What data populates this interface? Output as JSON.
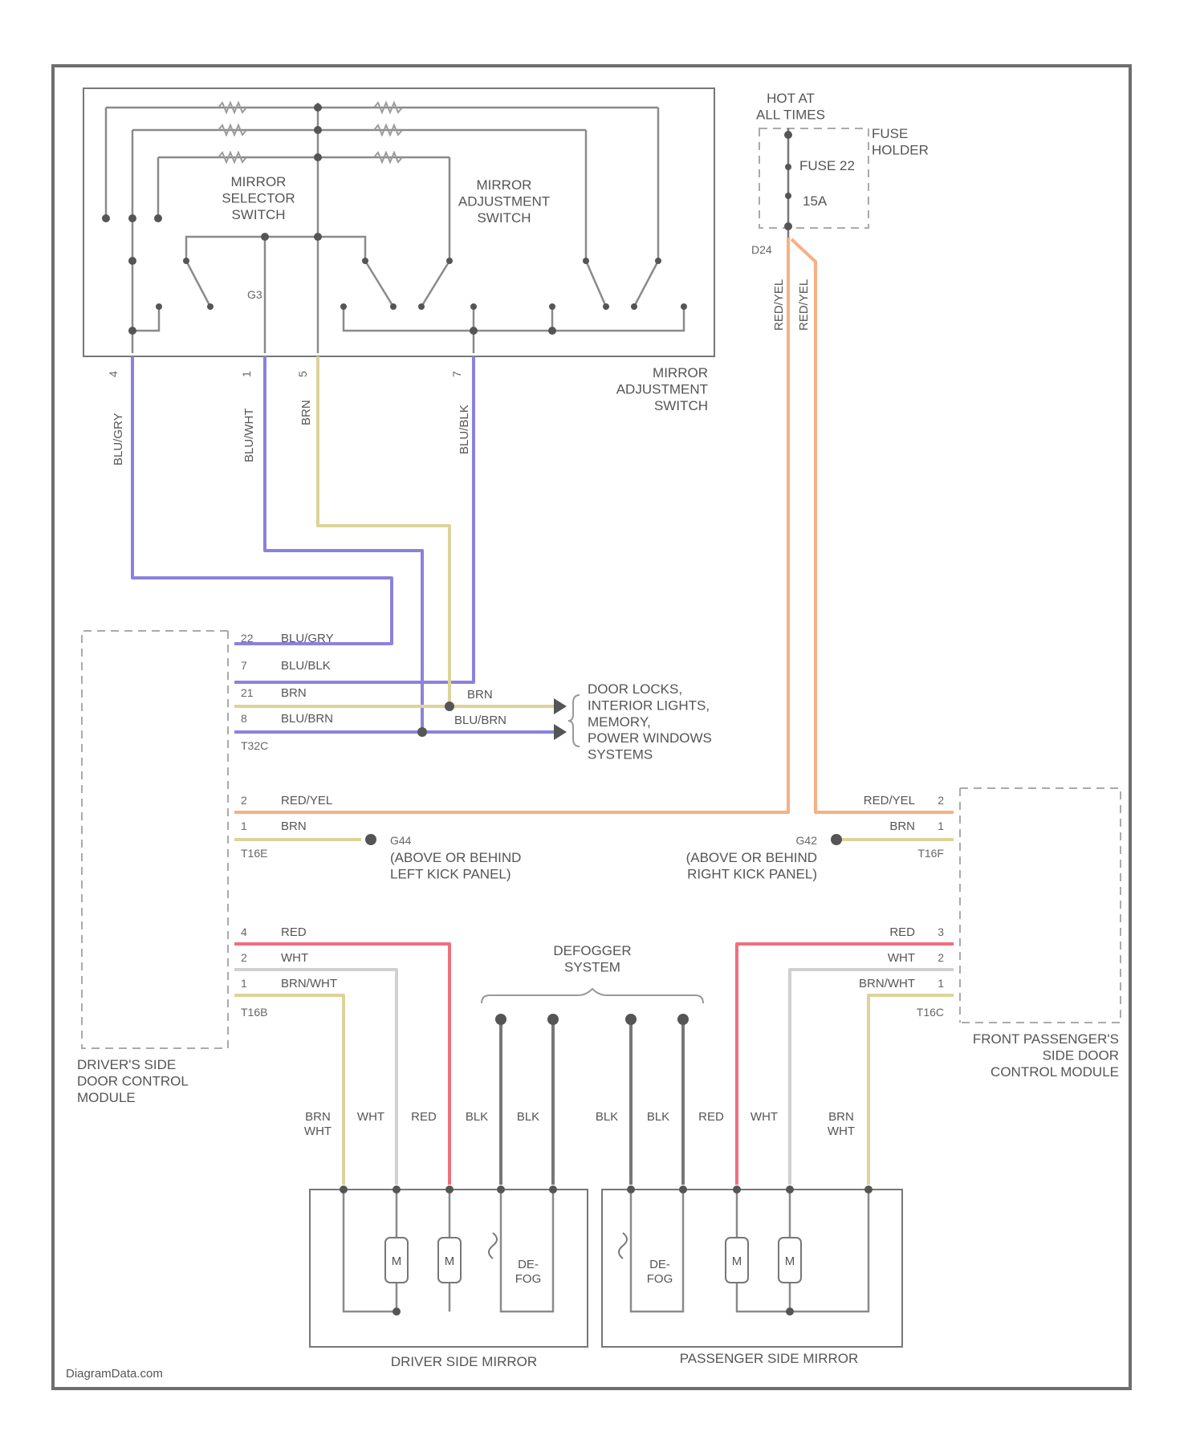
{
  "components": {
    "mirror_selector_switch": "MIRROR\nSELECTOR\nSWITCH",
    "mirror_adjustment_switch_inner": "MIRROR\nADJUSTMENT\nSWITCH",
    "mirror_adjustment_switch_outer": "MIRROR\nADJUSTMENT\nSWITCH",
    "hot_at_all_times": "HOT AT\nALL TIMES",
    "fuse_holder": "FUSE\nHOLDER",
    "fuse_name": "FUSE 22",
    "fuse_rating": "15A",
    "fuse_connector": "D24",
    "drivers_door_module": "DRIVER'S SIDE\nDOOR CONTROL\nMODULE",
    "passenger_door_module": "FRONT PASSENGER'S\nSIDE DOOR\nCONTROL MODULE",
    "defogger_system": "DEFOGGER\nSYSTEM",
    "driver_mirror": "DRIVER SIDE MIRROR",
    "passenger_mirror": "PASSENGER SIDE MIRROR",
    "other_systems": "DOOR LOCKS,\nINTERIOR LIGHTS,\nMEMORY,\nPOWER WINDOWS\nSYSTEMS",
    "ground_left": "G44",
    "ground_left_location": "(ABOVE OR BEHIND\nLEFT KICK PANEL)",
    "ground_right": "G42",
    "ground_right_location": "(ABOVE OR BEHIND\nRIGHT KICK PANEL)",
    "switch_ground_label": "G3",
    "watermark": "DiagramData.com"
  },
  "switch_pins": [
    "4",
    "1",
    "5",
    "7"
  ],
  "switch_wires": [
    "BLU/GRY",
    "BLU/WHT",
    "BRN",
    "BLU/BLK"
  ],
  "fuse_wires": [
    "RED/YEL",
    "RED/YEL"
  ],
  "driver_module": {
    "connector_upper": "T32C",
    "connector_mid": "T16E",
    "connector_lower": "T16B",
    "upper_pins": [
      {
        "pin": "22",
        "wire": "BLU/GRY"
      },
      {
        "pin": "7",
        "wire": "BLU/BLK"
      },
      {
        "pin": "21",
        "wire": "BRN"
      },
      {
        "pin": "8",
        "wire": "BLU/BRN"
      }
    ],
    "mid_pins": [
      {
        "pin": "2",
        "wire": "RED/YEL"
      },
      {
        "pin": "1",
        "wire": "BRN"
      }
    ],
    "lower_pins": [
      {
        "pin": "4",
        "wire": "RED"
      },
      {
        "pin": "2",
        "wire": "WHT"
      },
      {
        "pin": "1",
        "wire": "BRN/WHT"
      }
    ]
  },
  "systems_wires": [
    "BRN",
    "BLU/BRN"
  ],
  "passenger_module": {
    "connector_mid": "T16F",
    "connector_lower": "T16C",
    "mid_pins": [
      {
        "pin": "2",
        "wire": "RED/YEL"
      },
      {
        "pin": "1",
        "wire": "BRN"
      }
    ],
    "lower_pins": [
      {
        "pin": "3",
        "wire": "RED"
      },
      {
        "pin": "2",
        "wire": "WHT"
      },
      {
        "pin": "1",
        "wire": "BRN/WHT"
      }
    ]
  },
  "mirror_wires": [
    "BRN\nWHT",
    "WHT",
    "RED",
    "BLK",
    "BLK",
    "BLK",
    "BLK",
    "RED",
    "WHT",
    "BRN\nWHT"
  ],
  "motor_label": "M",
  "heater_label": "DE-\nFOG",
  "colors": {
    "blue": "#8a82dc",
    "tan": "#ddd39a",
    "orange": "#f7b084",
    "red": "#ef6f7f",
    "gray_blk": "#777777",
    "white_wire": "#d0d0d0",
    "outline": "#777777"
  }
}
